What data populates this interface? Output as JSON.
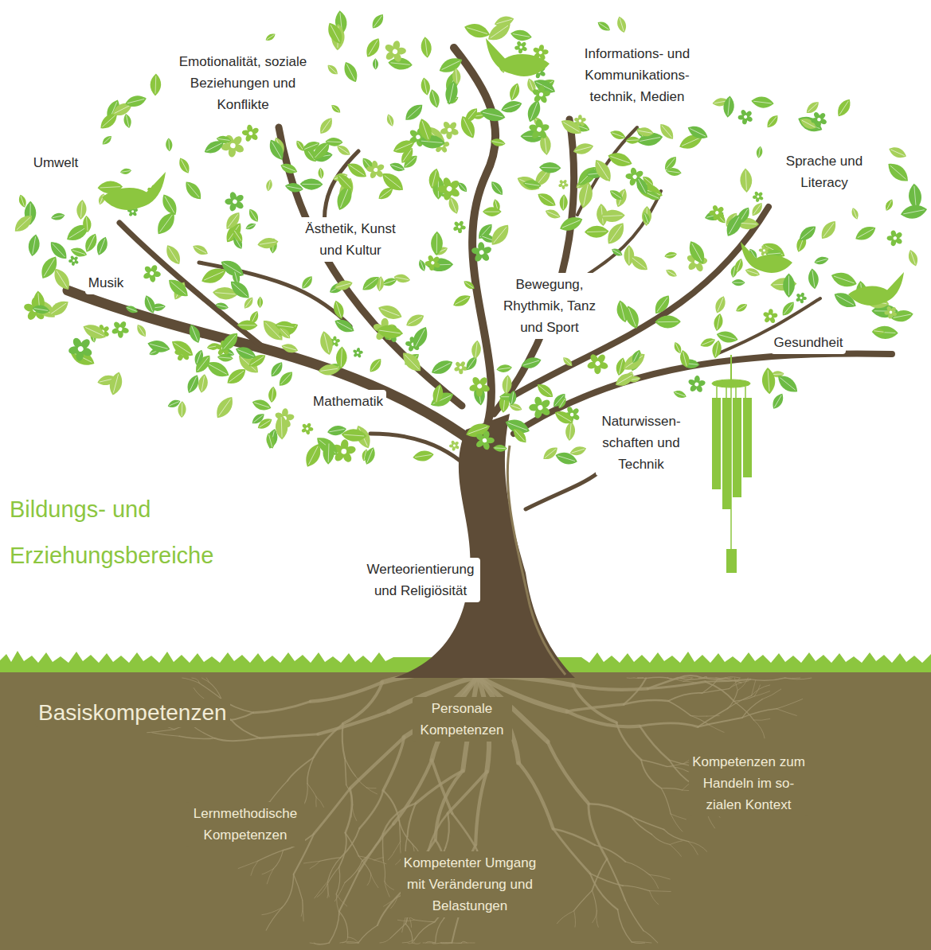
{
  "diagram": {
    "labels": [
      "Emotionalität, soziale Beziehungen und Konflikte",
      "Informations- und Kommunikations- technik, Medien",
      "Umwelt",
      "Sprache und Literacy",
      "Ästhetik, Kunst und Kultur",
      "Musik",
      "Bewegung, Rhythmik, Tanz und Sport",
      "Gesundheit",
      "Mathematik",
      "Naturwissen- schaften und Technik",
      "Bildungs- und Erziehungsbereiche",
      "Werteorientierung und Religiösität",
      "Basiskompetenzen",
      "Personale Kompetenzen",
      "Kompetenzen zum Handeln im so- zialen Kontext",
      "Lernmethodische Kompetenzen",
      "Kompetenter Umgang mit Veränderung und Belastungen"
    ]
  }
}
